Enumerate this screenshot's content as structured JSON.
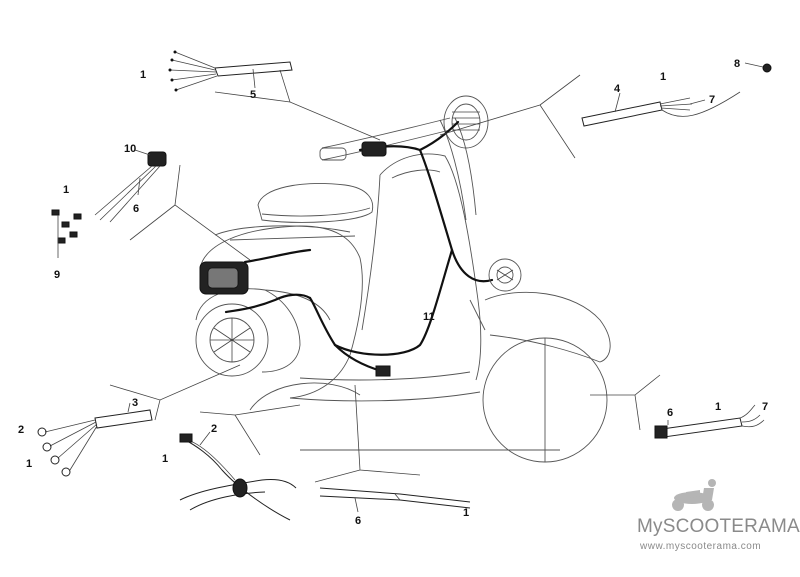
{
  "callouts": {
    "c_1a": "1",
    "c_5": "5",
    "c_10": "10",
    "c_1b": "1",
    "c_6a": "6",
    "c_9": "9",
    "c_1c": "1",
    "c_4": "4",
    "c_7a": "7",
    "c_8": "8",
    "c_11": "11",
    "c_2a": "2",
    "c_3": "3",
    "c_1d": "1",
    "c_2b": "2",
    "c_1e": "1",
    "c_6b": "6",
    "c_1f": "1",
    "c_6c": "6",
    "c_1g": "1",
    "c_7b": "7"
  },
  "watermark": {
    "brand_prefix": "My",
    "brand_name": "SCOOTERAMA",
    "url": "www.myscooterama.com"
  }
}
